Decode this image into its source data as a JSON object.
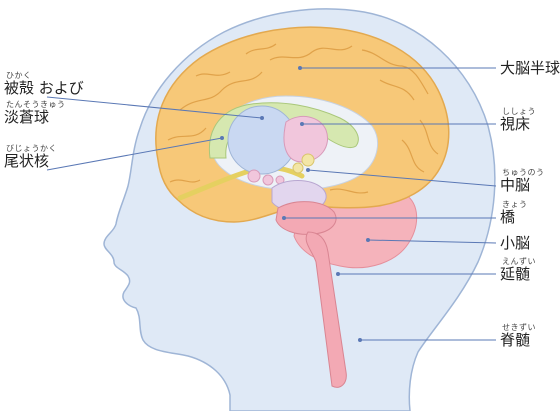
{
  "left_labels": [
    {
      "id": "globus",
      "ruby": "ひかく",
      "text": "被殻 および"
    },
    {
      "id": "pallidus",
      "ruby": "たんそうきゅう",
      "text": "淡蒼球"
    },
    {
      "id": "caudate",
      "ruby": "びじょうかく",
      "text": "尾状核"
    }
  ],
  "right_labels": [
    {
      "id": "cerebrum",
      "ruby": "",
      "text": "大脳半球"
    },
    {
      "id": "thalamus",
      "ruby": "ししょう",
      "text": "視床"
    },
    {
      "id": "midbrain",
      "ruby": "ちゅうのう",
      "text": "中脳"
    },
    {
      "id": "pons",
      "ruby": "きょう",
      "text": "橋"
    },
    {
      "id": "cerebellum",
      "ruby": "",
      "text": "小脳"
    },
    {
      "id": "medulla",
      "ruby": "えんずい",
      "text": "延髄"
    },
    {
      "id": "spinal",
      "ruby": "せきずい",
      "text": "脊髄"
    }
  ],
  "colors": {
    "head_fill": "#dfe9f6",
    "head_stroke": "#9fb5d6",
    "cortex": "#f7c878",
    "cortex_stroke": "#e3a94f",
    "putamen": "#c9d8f2",
    "caudate": "#d6e8b0",
    "thalamus": "#f1c6dc",
    "brainstem": "#f3a9b4",
    "cerebellum": "#f5b3bb",
    "line": "#5a78b5"
  }
}
